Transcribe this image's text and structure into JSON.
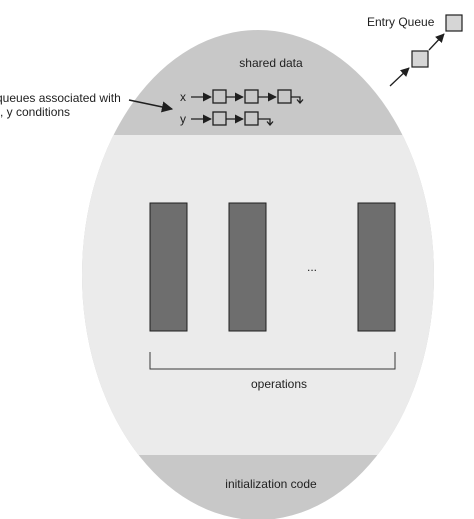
{
  "labels": {
    "entry_queue": "Entry Queue",
    "shared_data": "shared data",
    "queues_line1": "queues associated with",
    "queues_line2": "x, y conditions",
    "cond_x": "x",
    "cond_y": "y",
    "ellipsis": "...",
    "operations": "operations",
    "initialization": "initialization code"
  },
  "colors": {
    "outer_oval": "#c8c8c8",
    "middle_band": "#ebebeb",
    "operation_bar": "#6e6e6e",
    "queue_box": "#d6d6d6",
    "stroke": "#1f1f1f"
  },
  "icons": {
    "arrow": "right-arrow",
    "ground": "null-terminator"
  }
}
